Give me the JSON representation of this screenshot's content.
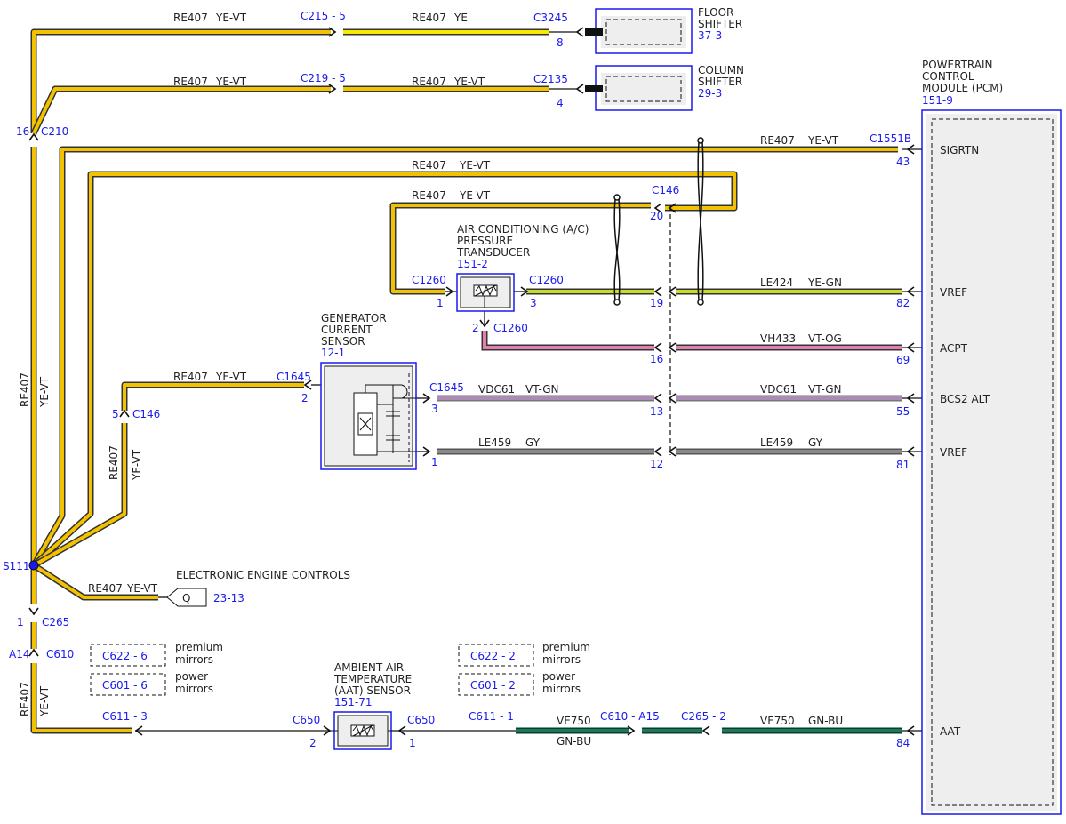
{
  "components": {
    "floor_shifter": {
      "name_lines": [
        "FLOOR",
        "SHIFTER"
      ],
      "ref": "37-3",
      "connector": "C3245",
      "pin": "8"
    },
    "column_shifter": {
      "name_lines": [
        "COLUMN",
        "SHIFTER"
      ],
      "ref": "29-3",
      "connector": "C2135",
      "pin": "4"
    },
    "pcm": {
      "name_lines": [
        "POWERTRAIN",
        "CONTROL",
        "MODULE (PCM)"
      ],
      "ref": "151-9",
      "pins": [
        {
          "connector": "C1551B",
          "pin": "43",
          "signal": "SIGRTN"
        },
        {
          "pin": "82",
          "signal": "VREF"
        },
        {
          "pin": "69",
          "signal": "ACPT"
        },
        {
          "pin": "55",
          "signal": "BCS2 ALT"
        },
        {
          "pin": "81",
          "signal": "VREF"
        },
        {
          "pin": "84",
          "signal": "AAT"
        }
      ]
    },
    "ac_transducer": {
      "name_lines": [
        "AIR CONDITIONING (A/C)",
        "PRESSURE",
        "TRANSDUCER"
      ],
      "ref": "151-2",
      "connector": "C1260",
      "pin_left": "1",
      "pin_right": "3",
      "pin_bottom": "2"
    },
    "generator_sensor": {
      "name_lines": [
        "GENERATOR",
        "CURRENT",
        "SENSOR"
      ],
      "ref": "12-1",
      "connector": "C1645",
      "pin_tl": "2",
      "pin_r1": "3",
      "pin_r2": "1"
    },
    "aat_sensor": {
      "name_lines": [
        "AMBIENT AIR",
        "TEMPERATURE",
        "(AAT) SENSOR"
      ],
      "ref": "151-71",
      "connector": "C650",
      "pin_left": "2",
      "pin_right": "1"
    }
  },
  "connectors": {
    "c215": "C215 - 5",
    "c219": "C219 - 5",
    "c210": {
      "name": "C210",
      "pin": "16"
    },
    "c146_top": {
      "name": "C146",
      "pin": "20"
    },
    "c146_pins": [
      "19",
      "16",
      "13",
      "12"
    ],
    "c146_left": {
      "name": "C146",
      "pin": "5"
    },
    "s111": "S111",
    "c265": {
      "name": "C265",
      "pin": "1"
    },
    "c610": {
      "name": "C610",
      "pin": "A14"
    },
    "c611_3": "C611 - 3",
    "c611_1": "C611 - 1",
    "c610_a15": "C610 - A15",
    "c265_2": "C265 - 2",
    "eec": {
      "label": "ELECTRONIC ENGINE CONTROLS",
      "symbol": "Q",
      "ref": "23-13"
    }
  },
  "wires": {
    "re407": "RE407",
    "ye_vt": "YE-VT",
    "ye": "YE",
    "le424": "LE424",
    "ye_gn": "YE-GN",
    "vh433": "VH433",
    "vt_og": "VT-OG",
    "vdc61": "VDC61",
    "vt_gn": "VT-GN",
    "le459": "LE459",
    "gy": "GY",
    "ve750": "VE750",
    "gn_bu": "GN-BU"
  },
  "options": [
    {
      "connector": "C622 -  6",
      "note_lines": [
        "premium",
        "mirrors"
      ]
    },
    {
      "connector": "C601 -  6",
      "note_lines": [
        "power",
        "mirrors"
      ]
    },
    {
      "connector": "C622 -  2",
      "note_lines": [
        "premium",
        "mirrors"
      ]
    },
    {
      "connector": "C601 -  2",
      "note_lines": [
        "power",
        "mirrors"
      ]
    }
  ],
  "colors": {
    "connector_text": "#1a1aee",
    "ye_vt": "#f2c200",
    "ye": "#f5ea00",
    "ye_gn": "#c8dc2c",
    "vt_og": "#e27fb0",
    "vt_gn": "#a98bb4",
    "gy": "#8a8a8a",
    "gn_bu": "#1b7a5c"
  }
}
